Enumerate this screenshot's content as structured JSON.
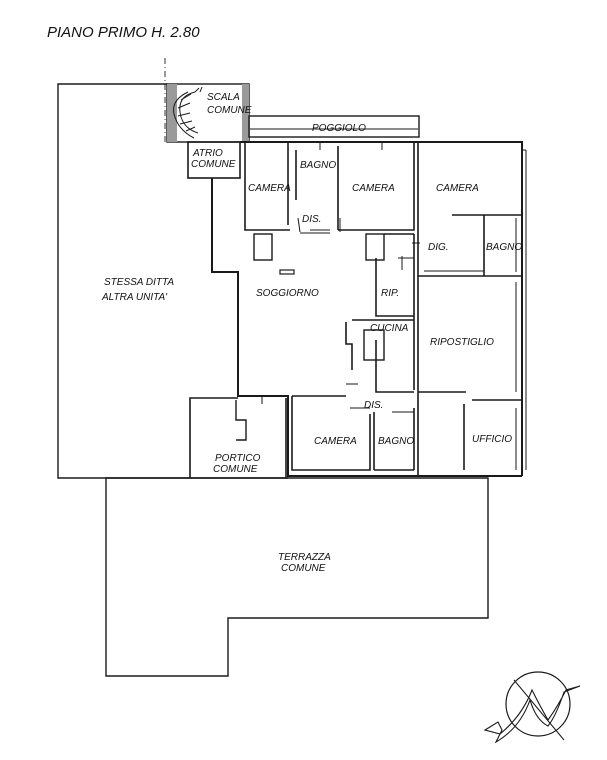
{
  "title": "PIANO PRIMO H. 2.80",
  "rooms": {
    "scala": "SCALA",
    "comune_scala": "COMUNE",
    "poggiolo": "POGGIOLO",
    "atrio": "ATRIO",
    "comune_atrio": "COMUNE",
    "camera1": "CAMERA",
    "bagno1": "BAGNO",
    "camera2": "CAMERA",
    "camera3": "CAMERA",
    "dis1": "DIS.",
    "dig": "DIG.",
    "bagno2": "BAGNO",
    "stessa_ditta": "STESSA DITTA",
    "altra_unita": "ALTRA UNITA'",
    "soggiorno": "SOGGIORNO",
    "rip": "RIP.",
    "cucina": "CUCINA",
    "ripostiglio": "RIPOSTIGLIO",
    "dis2": "DIS.",
    "camera4": "CAMERA",
    "bagno3": "BAGNO",
    "ufficio": "UFFICIO",
    "portico": "PORTICO",
    "comune_portico": "COMUNE",
    "terrazza": "TERRAZZA",
    "comune_terrazza": "COMUNE"
  },
  "compass": {
    "icon": "north-arrow-icon"
  }
}
